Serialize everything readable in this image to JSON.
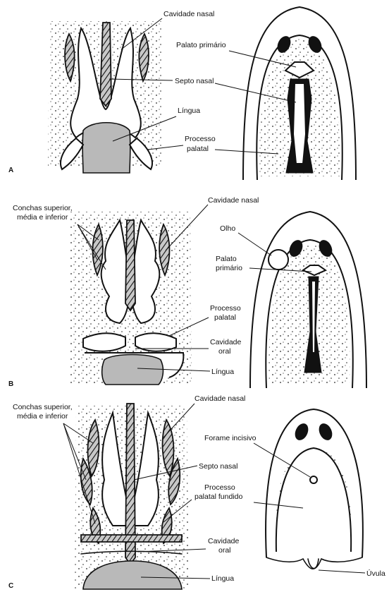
{
  "panels": [
    {
      "letter": "A",
      "labels": {
        "cavidade_nasal": "Cavidade nasal",
        "palato_primario": "Palato primário",
        "septo_nasal": "Septo nasal",
        "lingua": "Língua",
        "processo_palatal_line1": "Processo",
        "processo_palatal_line2": "palatal"
      }
    },
    {
      "letter": "B",
      "labels": {
        "conchas_line1": "Conchas superior,",
        "conchas_line2": "média e inferior",
        "cavidade_nasal": "Cavidade nasal",
        "olho": "Olho",
        "palato_primario_line1": "Palato",
        "palato_primario_line2": "primário",
        "processo_palatal_line1": "Processo",
        "processo_palatal_line2": "palatal",
        "cavidade_oral_line1": "Cavidade",
        "cavidade_oral_line2": "oral",
        "lingua": "Língua"
      }
    },
    {
      "letter": "C",
      "labels": {
        "conchas_line1": "Conchas superior,",
        "conchas_line2": "média e inferior",
        "cavidade_nasal": "Cavidade nasal",
        "forame_incisivo": "Forame incisivo",
        "septo_nasal": "Septo nasal",
        "processo_fundido_line1": "Processo",
        "processo_fundido_line2": "palatal fundido",
        "cavidade_oral_line1": "Cavidade",
        "cavidade_oral_line2": "oral",
        "lingua": "Língua",
        "uvula": "Úvula"
      }
    }
  ]
}
